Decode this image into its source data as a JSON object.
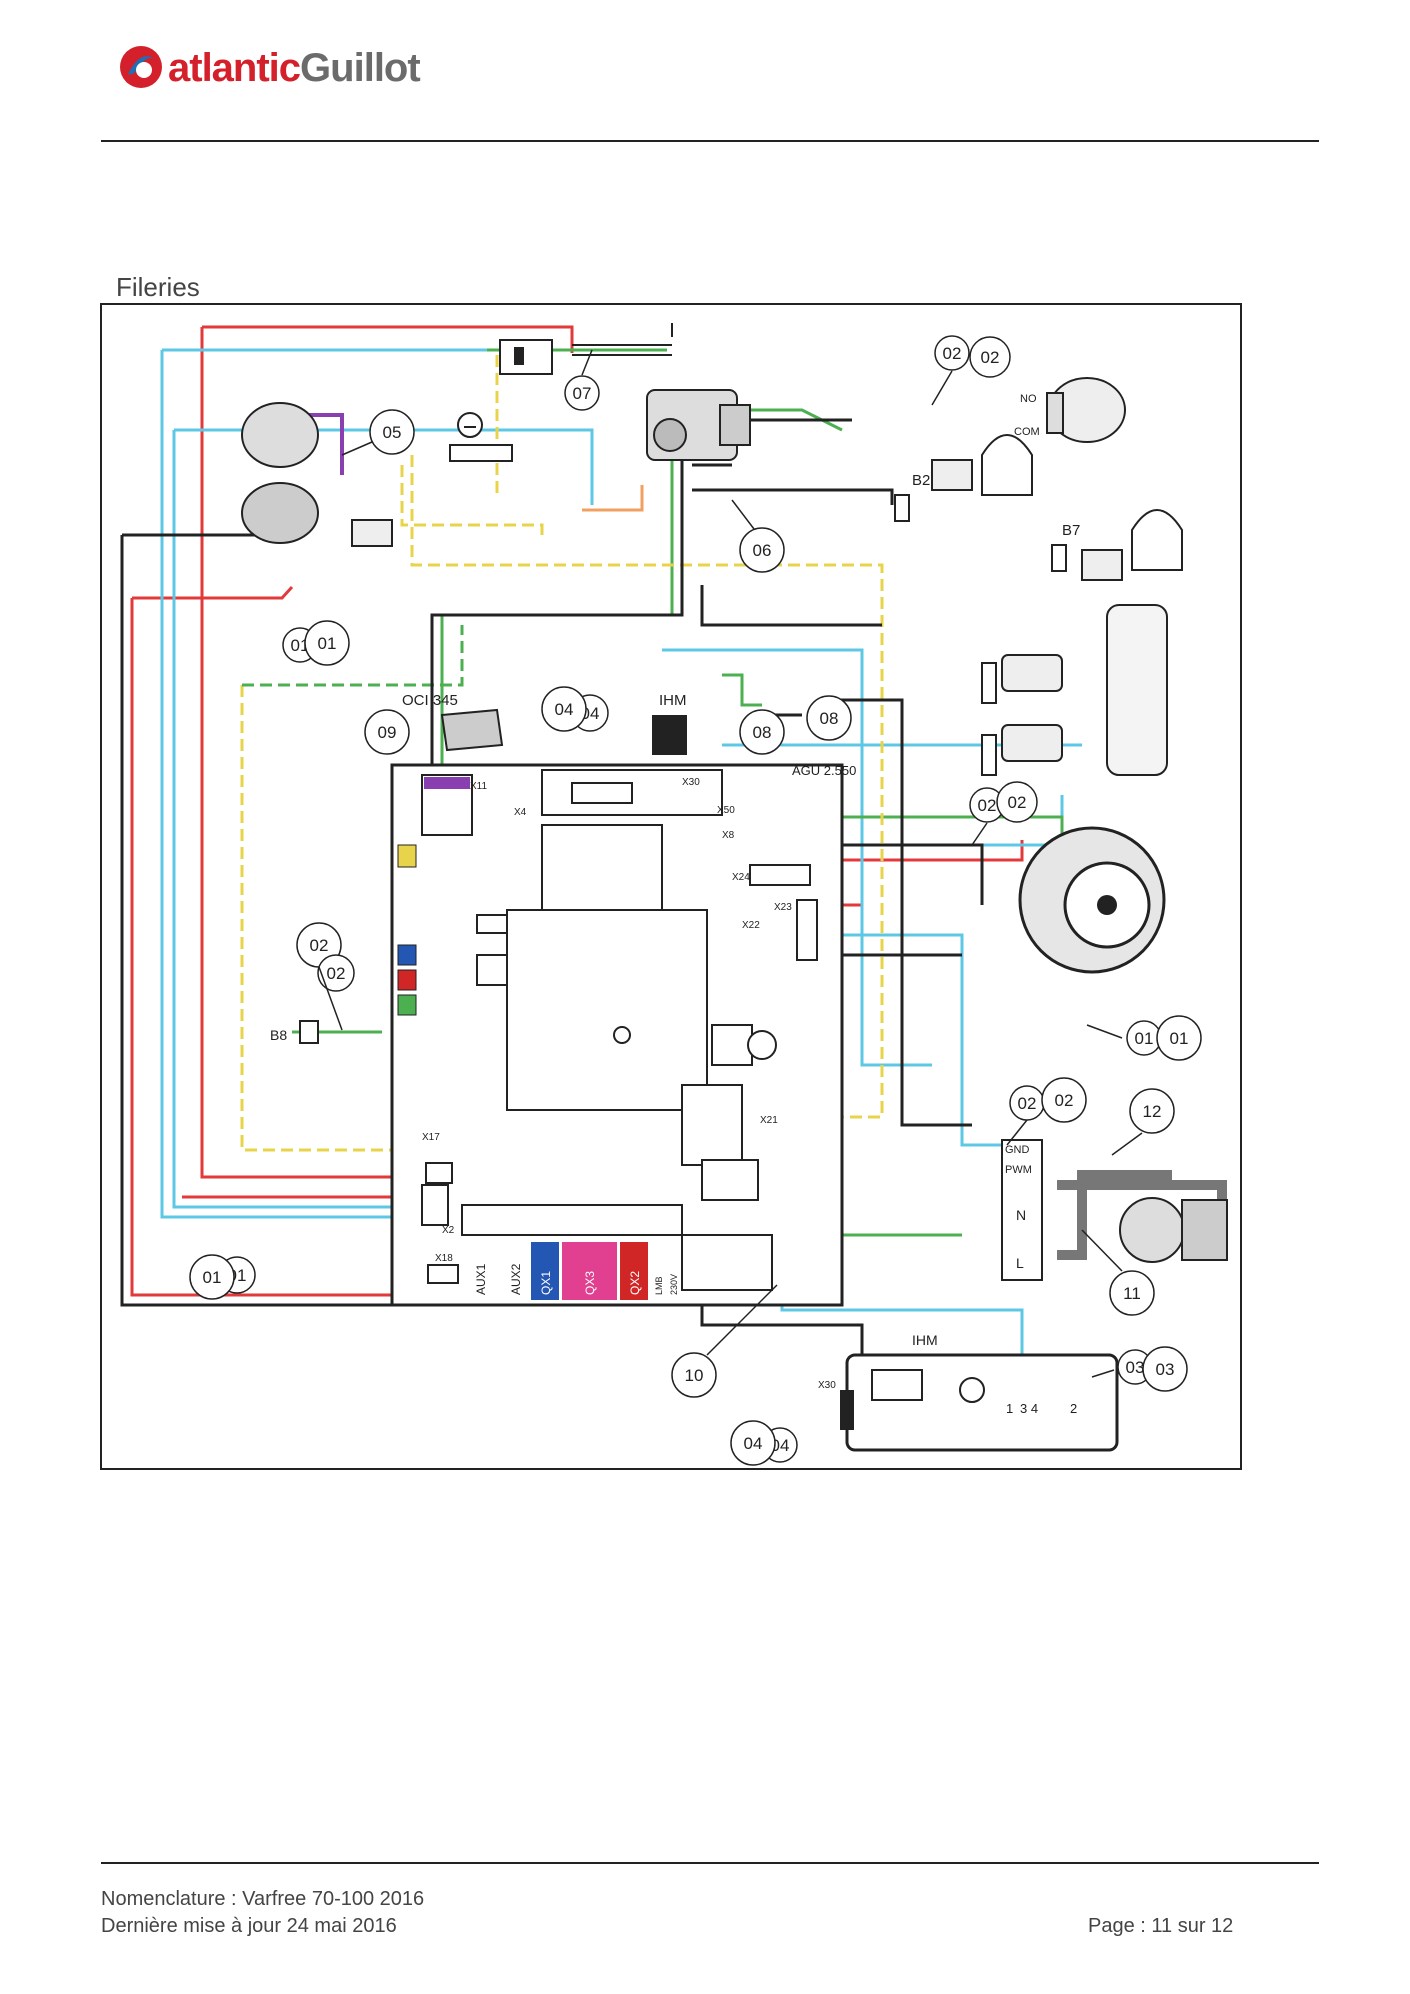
{
  "header": {
    "logo_text_a": "atlantic",
    "logo_text_b": "Guillot"
  },
  "section_title": "Fileries",
  "diagram": {
    "callouts": [
      "07",
      "02",
      "02",
      "05",
      "06",
      "01",
      "01",
      "04",
      "04",
      "09",
      "08",
      "08",
      "02",
      "02",
      "02",
      "02",
      "01",
      "01",
      "02",
      "02",
      "12",
      "11",
      "01",
      "01",
      "10",
      "03",
      "03",
      "04",
      "04"
    ],
    "labels": {
      "ihm_top": "IHM",
      "oci": "OCI 345",
      "agu": "AGU 2.550",
      "b2": "B2",
      "b7": "B7",
      "b8": "B8",
      "no": "NO",
      "com": "COM",
      "gnd": "GND",
      "pwm": "PWM",
      "n": "N",
      "l": "L",
      "x11": "X11",
      "x4": "X4",
      "x30": "X30",
      "x50": "X50",
      "x8": "X8",
      "x24": "X24",
      "x23": "X23",
      "x22": "X22",
      "x21": "X21",
      "x17": "X17",
      "x2": "X2",
      "x18": "X18",
      "aux1": "AUX1",
      "aux2": "AUX2",
      "qx1": "QX1",
      "qx3": "QX3",
      "qx2": "QX2",
      "lmb": "LMB",
      "v230": "230V",
      "ihm_bottom": "IHM",
      "x30_bottom": "X30",
      "t1": "1",
      "t34": "3 4",
      "t2": "2"
    },
    "colors": {
      "red": "#e23a3a",
      "cyan": "#5cc8e6",
      "green": "#4caf50",
      "yellow": "#e8d44a",
      "orange": "#f0a060",
      "black": "#222222",
      "purple": "#8a3fb0",
      "qx1_blue": "#2456b3",
      "qx3_pink": "#e0408f",
      "qx2_red": "#d02626"
    }
  },
  "footer": {
    "nomenclature": "Nomenclature : Varfree 70-100 2016",
    "updated": "Dernière mise à jour 24 mai 2016",
    "page": "Page : 11 sur 12"
  }
}
